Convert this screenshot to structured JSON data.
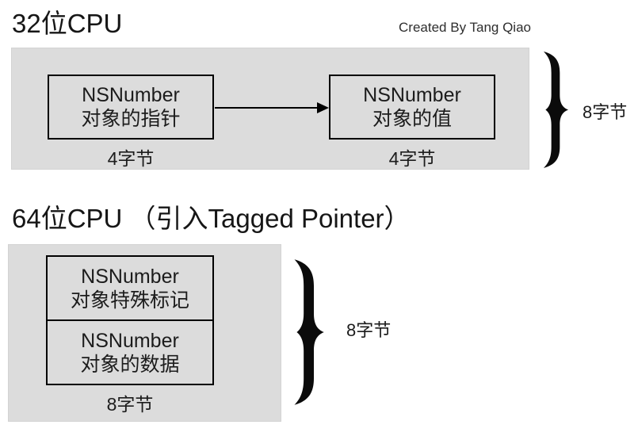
{
  "credit": "Created By Tang Qiao",
  "colors": {
    "panel_bg": "#dcdcdc",
    "box_border": "#000000",
    "brace": "#0b0b0b",
    "text": "#1c1c1c"
  },
  "section32": {
    "title": "32位CPU",
    "box_pointer": {
      "line1": "NSNumber",
      "line2": "对象的指针",
      "caption": "4字节"
    },
    "box_value": {
      "line1": "NSNumber",
      "line2": "对象的值",
      "caption": "4字节"
    },
    "brace_label": "8字节"
  },
  "section64": {
    "title": "64位CPU （引入Tagged Pointer）",
    "box_tag": {
      "line1": "NSNumber",
      "line2": "对象特殊标记"
    },
    "box_data": {
      "line1": "NSNumber",
      "line2": "对象的数据"
    },
    "caption": "8字节",
    "brace_label": "8字节"
  }
}
